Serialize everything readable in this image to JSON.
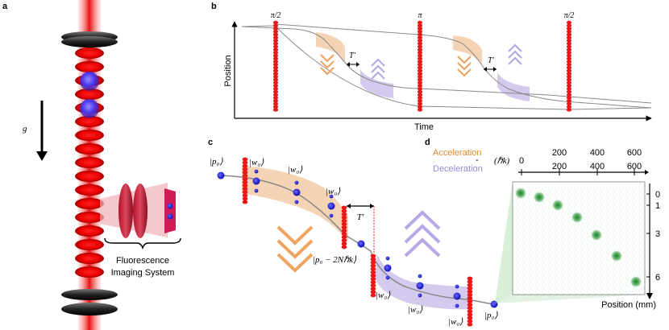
{
  "panels": {
    "a": "a",
    "b": "b",
    "c": "c",
    "d": "d"
  },
  "panel_a": {
    "gravity_label": "g⃗",
    "imaging_label_line1": "Fluorescence",
    "imaging_label_line2": "Imaging System"
  },
  "panel_b": {
    "y_axis_label": "Position",
    "x_axis_label": "Time",
    "pulse_labels": [
      "π/2",
      "π",
      "π/2"
    ],
    "delay_label_1": "T′",
    "delay_label_2": "T′"
  },
  "panel_c": {
    "state_p0_start": "|p₀⟩",
    "state_w0_labels": [
      "|w₀⟩",
      "|w₀⟩",
      "|w₀⟩",
      "|w₀⟩",
      "|w₀⟩",
      "|w₀⟩"
    ],
    "state_shifted": "|p₀ − 2Nℏk⟩",
    "state_p0_end": "|p₀⟩",
    "delay_label": "T′"
  },
  "panel_d": {
    "acceleration_label": "Acceleration",
    "deceleration_label": "Deceleration",
    "unit_label": "(ℏk)",
    "dash": "-",
    "acc_ticks": [
      "0",
      "200",
      "400",
      "600"
    ],
    "dec_ticks": [
      "200",
      "400",
      "600"
    ],
    "pos_ticks": [
      "0",
      "1",
      "3",
      "6"
    ],
    "position_label": "Position (mm)",
    "colors": {
      "acceleration": "#e08a2c",
      "deceleration": "#9b86d6",
      "atom_spot": "#2e9b3a"
    }
  }
}
